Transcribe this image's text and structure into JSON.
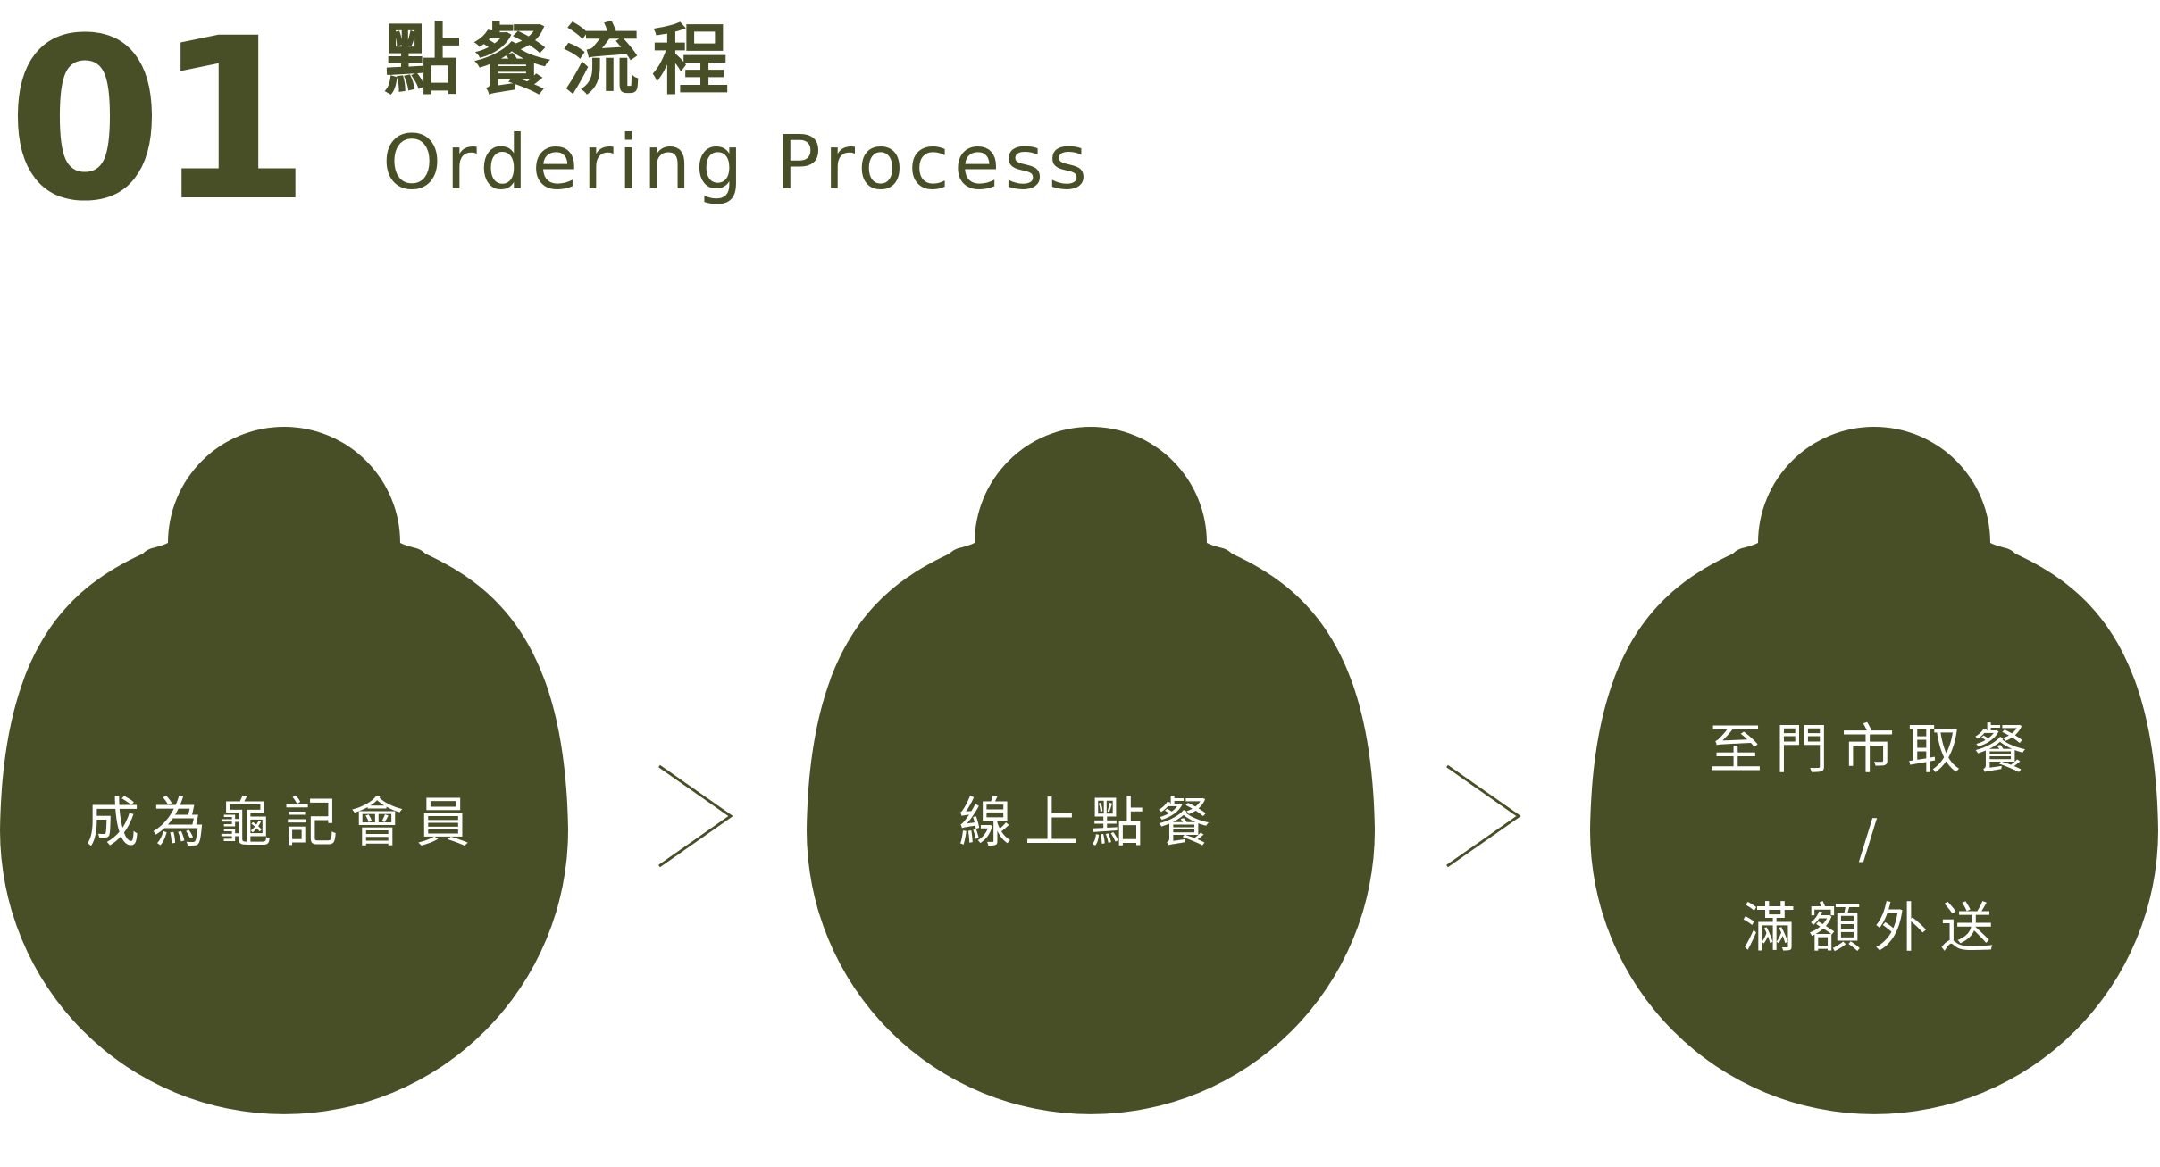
{
  "header": {
    "number": "01",
    "title_zh": "點餐流程",
    "title_en": "Ordering Process"
  },
  "colors": {
    "primary": "#484f27",
    "label_text": "#ffffff",
    "background": "#ffffff"
  },
  "steps": [
    {
      "lines": [
        "成為龜記會員"
      ]
    },
    {
      "lines": [
        "線上點餐"
      ]
    },
    {
      "lines": [
        "至門市取餐",
        "/",
        "滿額外送"
      ]
    }
  ],
  "connector_icon": "chevron-right-icon"
}
